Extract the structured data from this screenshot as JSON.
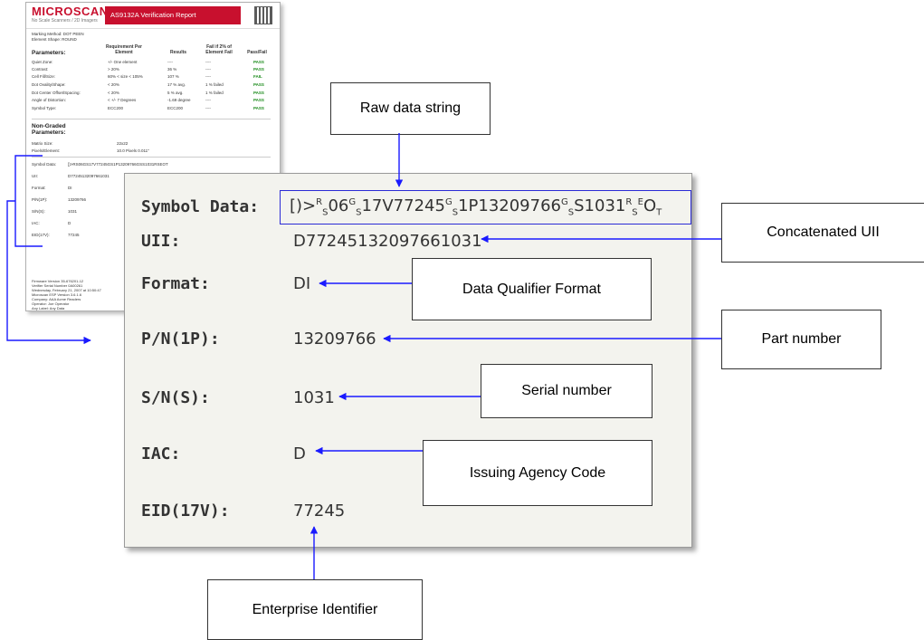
{
  "report": {
    "logo": "MICROSCAN",
    "tagline": "No Scale Scanners / 2D Imagers",
    "title": "AS9132A Verification Report",
    "marking_method": "Marking Method: DOT PEEN",
    "element_shape": "Element Shape: ROUND",
    "parameters_heading": "Parameters:",
    "col_requirement": "Requirement Per Element",
    "col_results": "Results",
    "col_fail": "Fail if 2% of Element Fail",
    "col_passfail": "Pass/Fail",
    "rows": [
      {
        "param": "Quiet Zone:",
        "req": "+/- One element",
        "res": "----",
        "fail": "----",
        "pf": "PASS"
      },
      {
        "param": "Contrast:",
        "req": "> 20%",
        "res": "36 %",
        "fail": "----",
        "pf": "PASS"
      },
      {
        "param": "Cell Fill/Size:",
        "req": "60% < size < 105%",
        "res": "107 %",
        "fail": "----",
        "pf": "FAIL"
      },
      {
        "param": "Dot Ovality/Shape:",
        "req": "< 20%",
        "res": "17 % avg.",
        "fail": "1 % failed",
        "pf": "PASS"
      },
      {
        "param": "Dot Center Offset/Spacing:",
        "req": "< 20%",
        "res": "5 % avg.",
        "fail": "1 % failed",
        "pf": "PASS"
      },
      {
        "param": "Angle of Distortion:",
        "req": "< +/- 7 Degrees",
        "res": "-1.69 degree",
        "fail": "----",
        "pf": "PASS"
      },
      {
        "param": "Symbol Type:",
        "req": "ECC200",
        "res": "ECC200",
        "fail": "----",
        "pf": "PASS"
      }
    ],
    "non_graded_heading": "Non-Graded Parameters:",
    "matrix_size_label": "Matrix Size:",
    "matrix_size_value": "22x22",
    "pixels_label": "Pixels/Element:",
    "pixels_value": "10.0 Pixels  0.011\"",
    "small_fields": [
      {
        "label": "Symbol Data:",
        "value": "[)>RS06GS17V77245GS1P13209766GSS1031RSEOT"
      },
      {
        "label": "UII:",
        "value": "D77245132097661031"
      },
      {
        "label": "Format:",
        "value": "DI"
      },
      {
        "label": "P/N(1P):",
        "value": "13209766"
      },
      {
        "label": "S/N(S):",
        "value": "1031"
      },
      {
        "label": "IAC:",
        "value": "D"
      },
      {
        "label": "EID(17V):",
        "value": "77245"
      }
    ],
    "footer": [
      "Firmware Version 35-676201-12",
      "Verifier Serial Number 0A00261",
      "Wednesday, February 21, 2007 at 10:50:47",
      "Microscan ESP Version 3.6.1.6",
      "Company: AAA Acme Readers",
      "Operator: Joe Operator",
      "Any Label: Any Data"
    ]
  },
  "panel": {
    "symbol_data_label": "Symbol Data:",
    "symbol_data": {
      "p1": "[)>",
      "rs1a": "R",
      "rs1b": "S",
      "p2": "06",
      "gs1a": "G",
      "gs1b": "S",
      "p3": "17V77245",
      "gs2a": "G",
      "gs2b": "S",
      "p4": "1P13209766",
      "gs3a": "G",
      "gs3b": "S",
      "p5": "S1031",
      "rs2a": "R",
      "rs2b": "S",
      "eota": "E",
      "eotb": "O",
      "eotc": "T"
    },
    "fields": [
      {
        "label": "UII:",
        "value": "D77245132097661031"
      },
      {
        "label": "Format:",
        "value": "DI"
      },
      {
        "label": "P/N(1P):",
        "value": "13209766"
      },
      {
        "label": "S/N(S):",
        "value": "1031"
      },
      {
        "label": "IAC:",
        "value": "D"
      },
      {
        "label": "EID(17V):",
        "value": "77245"
      }
    ]
  },
  "callouts": {
    "raw_data": "Raw data string",
    "concat_uii": "Concatenated UII",
    "format": "Data Qualifier Format",
    "part_number": "Part number",
    "serial_number": "Serial number",
    "iac": "Issuing Agency Code",
    "enterprise_id": "Enterprise Identifier"
  },
  "colors": {
    "arrow": "#1a1aff",
    "brand": "#c8102e",
    "panel": "#f3f3ee",
    "pass": "#1a8a1a"
  }
}
